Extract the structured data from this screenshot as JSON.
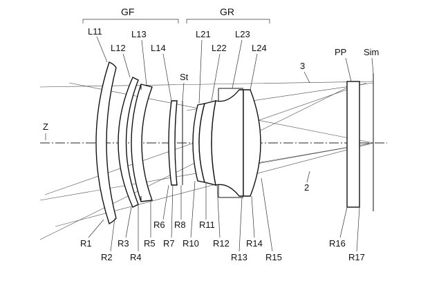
{
  "groups": {
    "front": "GF",
    "rear": "GR"
  },
  "axis_label": "Z",
  "stop_label": "St",
  "plate_label": "PP",
  "image_label": "Sim",
  "ray_labels": [
    "3",
    "2"
  ],
  "lens_labels": [
    "L11",
    "L12",
    "L13",
    "L14",
    "L21",
    "L22",
    "L23",
    "L24"
  ],
  "surface_labels": [
    "R1",
    "R2",
    "R3",
    "R4",
    "R5",
    "R6",
    "R7",
    "R8",
    "R10",
    "R11",
    "R12",
    "R13",
    "R14",
    "R15",
    "R16",
    "R17"
  ]
}
